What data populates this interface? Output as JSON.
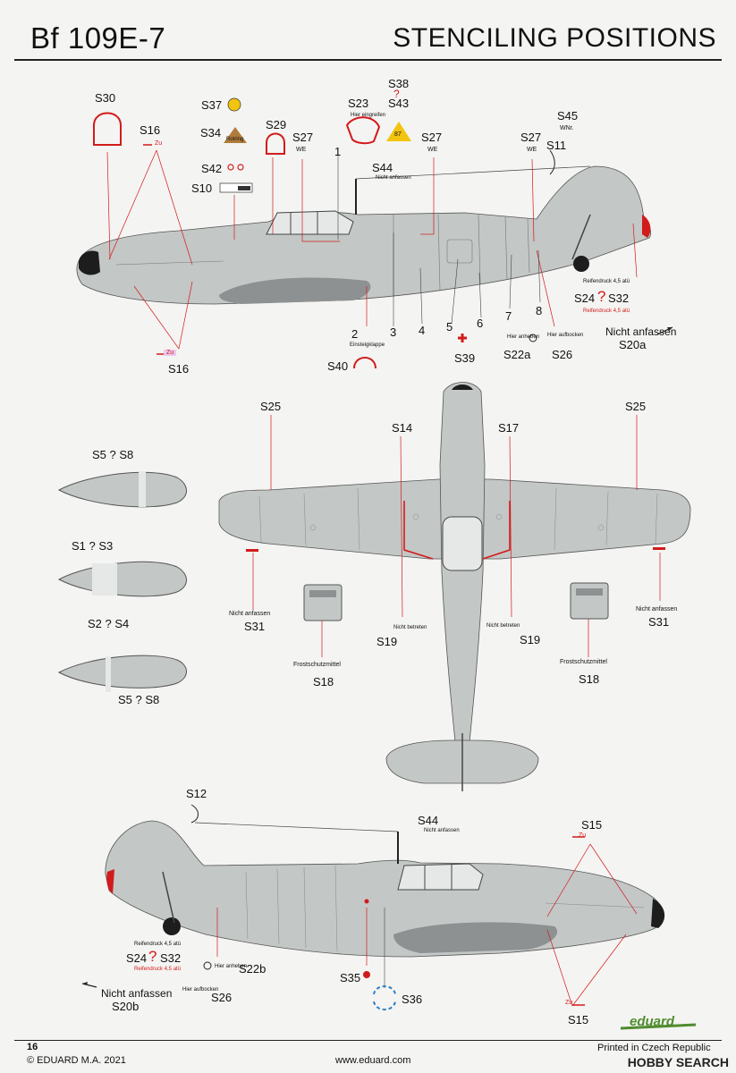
{
  "header": {
    "model": "Bf 109E-7",
    "heading": "STENCILING POSITIONS"
  },
  "footer": {
    "page_number": "16",
    "copyright": "© EDUARD M.A. 2021",
    "website": "www.eduard.com",
    "printed": "Printed in Czech Republic",
    "logo_text": "eduard",
    "watermark": "HOBBY SEARCH"
  },
  "stencils": {
    "s30": "S30",
    "s37": "S37",
    "s34": "S34",
    "s34_text": "Rotring",
    "s29": "S29",
    "s16a": "S16",
    "s16b": "S16",
    "s16_marker": "Zu",
    "s42": "S42",
    "s10": "S10",
    "s27a": "S27",
    "s27b": "S27",
    "s27c": "S27",
    "we": "WE",
    "s23": "S23",
    "s23_text": "Hier eingreifen",
    "s38": "S38",
    "s43": "S43",
    "q": "?",
    "s43_badge": "87",
    "s44a": "S44",
    "s44b": "S44",
    "s44_text": "Nicht anfassen",
    "s45": "S45",
    "s45_text": "WNr.",
    "s11": "S11",
    "s24a": "S24",
    "s32a": "S32",
    "s24b": "S24",
    "s32b": "S32",
    "s24_small1": "Reifendruck 4,5 atü",
    "s24_small2": "Reifendruck 4,5 atü",
    "s20a": "S20a",
    "s20a_text": "Nicht anfassen",
    "s20b": "S20b",
    "s20b_text": "Nicht anfassen",
    "s26a": "S26",
    "s26a_text": "Hier aufbocken",
    "s26b": "S26",
    "s26b_text": "Hier aufbocken",
    "s22a": "S22a",
    "s22a_text": "Hier anheben",
    "s22b": "S22b",
    "s22b_text": "Hier anheben",
    "s39": "S39",
    "s40": "S40",
    "s40_text": "Einsteigklappe",
    "s25a": "S25",
    "s25b": "S25",
    "s14": "S14",
    "s17": "S17",
    "s5s8a": "S5 ? S8",
    "s1s3": "S1 ? S3",
    "s2s4": "S2 ? S4",
    "s5s8b": "S5 ? S8",
    "s31a": "S31",
    "s31b": "S31",
    "s31_text": "Nicht anfassen",
    "s19a": "S19",
    "s19b": "S19",
    "s19_text": "Nicht betreten",
    "s18a": "S18",
    "s18b": "S18",
    "s18_text": "Frostschutzmittel",
    "s12": "S12",
    "s15a": "S15",
    "s15b": "S15",
    "s35": "S35",
    "s36": "S36"
  },
  "callouts": [
    "1",
    "2",
    "3",
    "4",
    "5",
    "6",
    "7",
    "8"
  ],
  "colors": {
    "aircraft": "#c3c7c6",
    "panel": "#8d9192",
    "stencil_red": "#d21b1b",
    "yellow": "#f2c40f",
    "brown": "#b07c3c",
    "spinner": "#1d1d1d"
  }
}
